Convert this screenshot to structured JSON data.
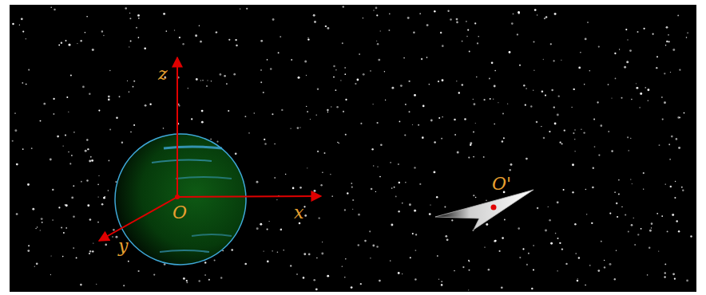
{
  "diagram": {
    "labels": [
      "z",
      "x",
      "y",
      "O",
      "O'"
    ]
  }
}
